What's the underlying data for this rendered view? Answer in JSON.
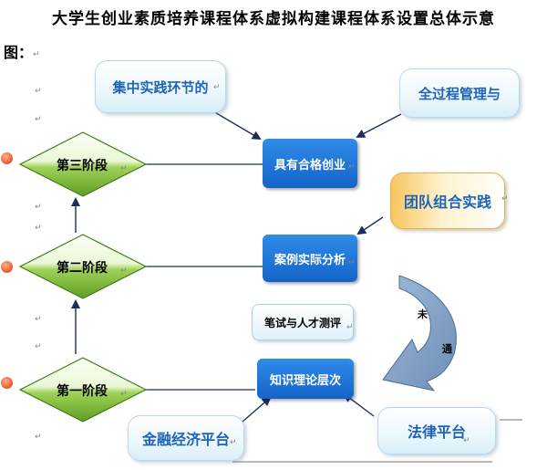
{
  "title": "大学生创业素质培养课程体系虚拟构建课程体系设置总体示意",
  "figure_label": "图：",
  "para_mark": "↵",
  "stages": [
    "第三阶段",
    "第二阶段",
    "第一阶段"
  ],
  "center_boxes": {
    "top": "具有合格创业",
    "middle": "案例实际分析",
    "exam": "笔试与人才测评",
    "bottom": "知识理论层次"
  },
  "side_boxes": {
    "practice": "集中实践环节的",
    "process": "全过程管理与",
    "team": "团队组合实践",
    "finance": "金融经济平台",
    "law": "法律平台"
  },
  "cycle_chars": [
    "未",
    "通"
  ],
  "colors": {
    "primary_blue": "#1c64b8",
    "box_blue": "#1464c8",
    "diamond_green": "#7fc23a",
    "orange_accent": "#f7c55d",
    "cycle_arrow": "#7c9ec2"
  }
}
